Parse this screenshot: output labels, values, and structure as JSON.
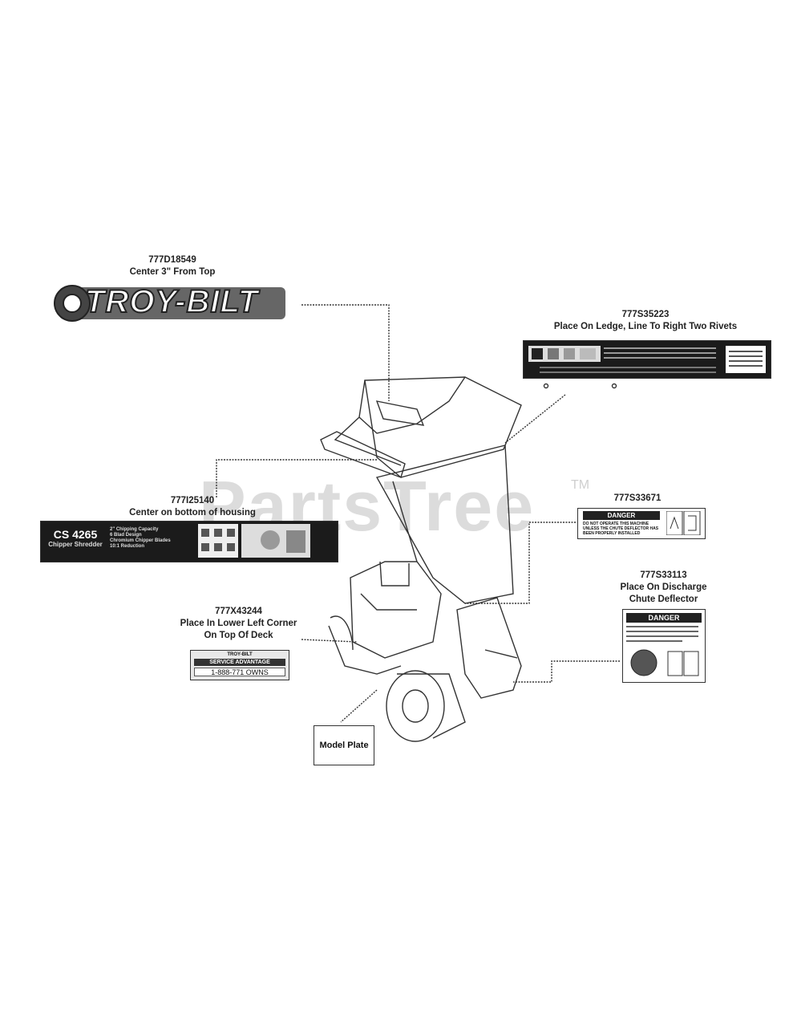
{
  "watermark": {
    "text": "PartsTree",
    "tm": "TM"
  },
  "callouts": {
    "logo": {
      "part": "777D18549",
      "note": "Center 3\" From Top"
    },
    "ledge": {
      "part": "777S35223",
      "note": "Place On Ledge, Line To Right Two Rivets"
    },
    "housing": {
      "part": "777I25140",
      "note": "Center on bottom of housing"
    },
    "danger_small": {
      "part": "777S33671"
    },
    "discharge": {
      "part": "777S33113",
      "note1": "Place On Discharge",
      "note2": "Chute Deflector"
    },
    "deck": {
      "part": "777X43244",
      "note1": "Place In Lower Left Corner",
      "note2": "On Top Of Deck"
    },
    "model_plate": {
      "label": "Model Plate"
    }
  },
  "decals": {
    "logo_text": "TROY-BILT",
    "cs": {
      "model": "CS 4265",
      "name": "Chipper Shredder",
      "features": [
        "2\" Chipping Capacity",
        "6 Blad Design",
        "Chromium Chipper Blades",
        "10:1 Reduction"
      ]
    },
    "danger_small": {
      "heading": "DANGER",
      "line1": "DO NOT OPERATE THIS MACHINE",
      "line2": "UNLESS THE CHUTE DEFLECTOR HAS",
      "line3": "BEEN PROPERLY INSTALLED"
    },
    "danger_large": {
      "heading": "DANGER"
    },
    "service": {
      "line1": "TROY-BILT",
      "line2": "SERVICE ADVANTAGE",
      "phone": "1-888-771 OWNS"
    }
  },
  "colors": {
    "line": "#333333",
    "decal_dark": "#1b1b1b",
    "watermark": "#dcdcdc"
  }
}
